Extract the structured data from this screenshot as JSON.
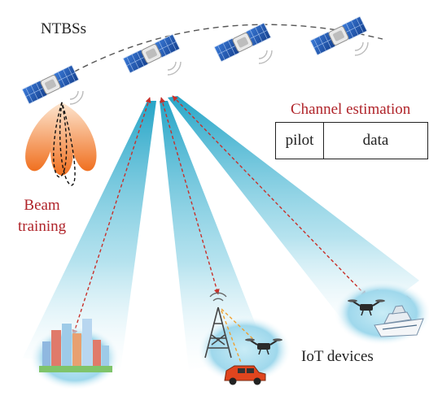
{
  "title": "NTBSs",
  "beam_training": {
    "line1": "Beam",
    "line2": "training"
  },
  "channel_estimation": {
    "title": "Channel estimation",
    "frame": {
      "pilot": "pilot",
      "data": "data"
    }
  },
  "iot_label": "IoT devices",
  "colors": {
    "accent_red": "#b0242a",
    "beam_cyan": "#2aa8c8",
    "lobe_orange": "#f08030",
    "orbit": "#555555",
    "link_red": "#c8302a",
    "link_orange": "#f0a030"
  },
  "icons": [
    "satellite-icon",
    "cell-tower-icon",
    "drone-icon",
    "car-icon",
    "ship-icon",
    "city-icon"
  ]
}
